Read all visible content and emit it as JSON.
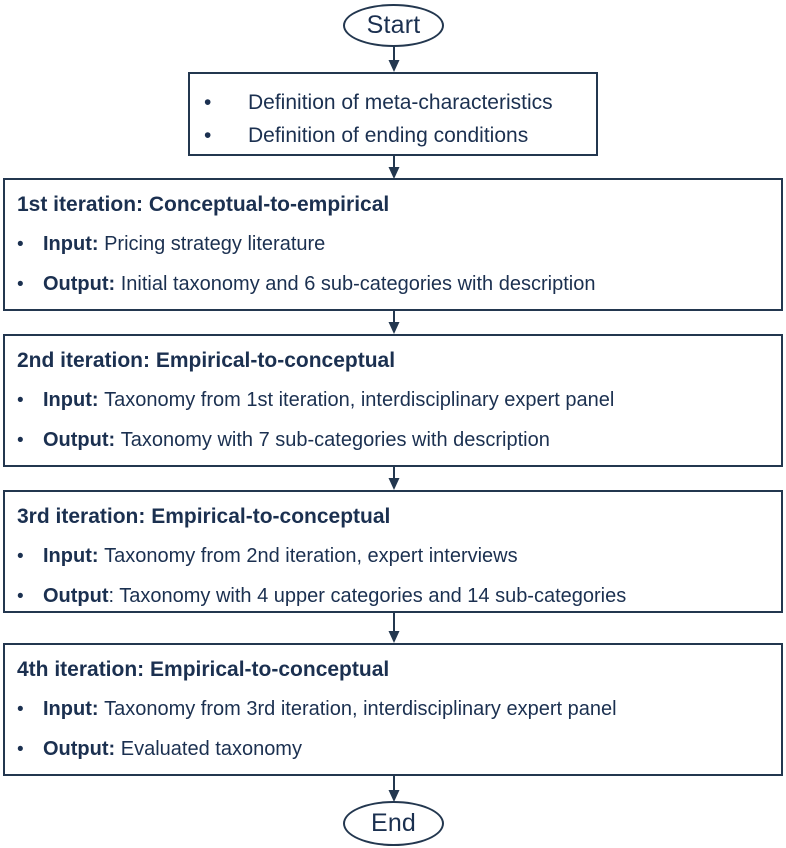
{
  "diagram": {
    "title": "Taxonomy development process flowchart",
    "accent_color": "#1b3050",
    "border_color": "#23374f",
    "background_color": "#ffffff",
    "bullet_glyph": "•",
    "start": {
      "label": "Start"
    },
    "end": {
      "label": "End"
    },
    "define_box": {
      "bullets": [
        "Definition of meta-characteristics",
        "Definition of ending conditions"
      ]
    },
    "iterations": [
      {
        "title_prefix": "1st iteration: ",
        "title_emphasis": "Conceptual-to-empirical",
        "input_label": "Input:",
        "input_value": "Pricing strategy literature",
        "output_label": "Output:",
        "output_value": "Initial taxonomy and 6 sub-categories with description"
      },
      {
        "title_prefix": "2nd iteration: ",
        "title_emphasis": "Empirical-to-conceptual",
        "input_label": "Input:",
        "input_value": "Taxonomy from 1st iteration, interdisciplinary expert panel",
        "output_label": "Output:",
        "output_value": "Taxonomy with 7 sub-categories with description"
      },
      {
        "title_prefix": "3rd iteration: ",
        "title_emphasis": "Empirical-to-conceptual",
        "input_label": "Input:",
        "input_value": "Taxonomy from 2nd iteration, expert interviews",
        "output_label": "Output",
        "output_value": ": Taxonomy with 4 upper categories and 14 sub-categories"
      },
      {
        "title_prefix": "4th iteration: ",
        "title_emphasis": "Empirical-to-conceptual",
        "input_label": "Input:",
        "input_value": "Taxonomy from 3rd iteration, interdisciplinary expert panel",
        "output_label": "Output:",
        "output_value": "Evaluated taxonomy"
      }
    ]
  }
}
